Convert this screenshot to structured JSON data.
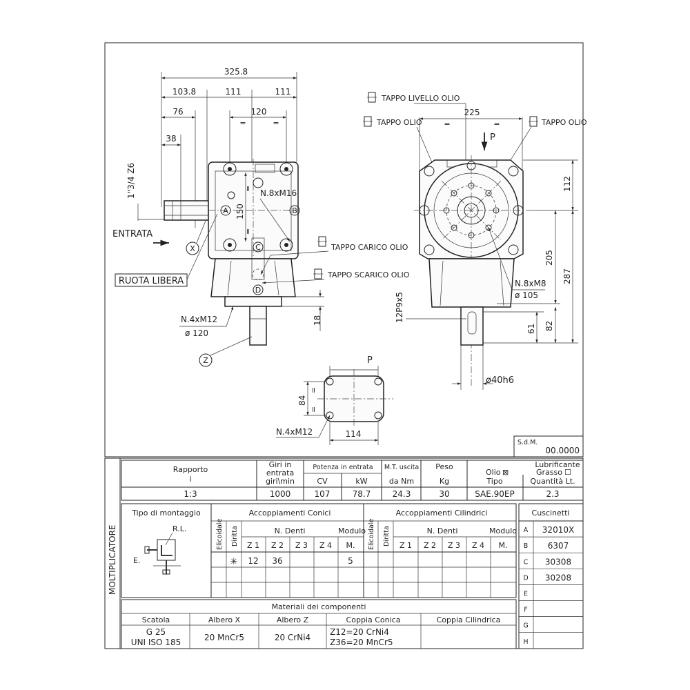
{
  "drawing": {
    "dims": {
      "overall_width": "325.8",
      "d_103_8": "103.8",
      "d_111_a": "111",
      "d_111_b": "111",
      "d_76": "76",
      "d_120": "120",
      "d_38": "38",
      "thread": "1\"3/4 Z6",
      "bolt_holes_top": "N.8xM16",
      "d_150": "150",
      "bottom_bolts_label": "N.4xM12",
      "bottom_dia": "ø 120",
      "d_18": "18",
      "d_225": "225",
      "d_112": "112",
      "d_205": "205",
      "d_287": "287",
      "right_bolts": "N.8xM8",
      "right_dia": "ø 105",
      "key": "12P9x5",
      "d_61": "61",
      "d_82": "82",
      "shaft_dia": "ø40h6",
      "d_84": "84",
      "d_114": "114",
      "flange_bolts": "N.4xM12",
      "eq": "=",
      "p_label": "P"
    },
    "labels": {
      "entrata": "ENTRATA",
      "ruota_libera": "RUOTA LIBERA",
      "tappo_livello": "TAPPO LIVELLO OLIO",
      "tappo_olio": "TAPPO OLIO",
      "tappo_carico": "TAPPO CARICO OLIO",
      "tappo_scarico": "TAPPO SCARICO OLIO",
      "point_a": "A",
      "point_b": "B",
      "point_c": "C",
      "point_d": "D",
      "shaft_x": "X",
      "shaft_z": "Z"
    },
    "sdm_label": "S.d.M.",
    "sdm_value": "00.0000"
  },
  "table": {
    "side_label": "MOLTIPLICATORE",
    "rapporto_label": "Rapporto",
    "rapporto_sub": "i",
    "rapporto_value": "1:3",
    "giri_l1": "Giri in",
    "giri_l2": "entrata",
    "giri_l3": "giri\\min",
    "giri_value": "1000",
    "potenza_label": "Potenza in entrata",
    "cv_label": "CV",
    "kw_label": "kW",
    "cv_value": "107",
    "kw_value": "78.7",
    "mt_label": "M.T. uscita",
    "mt_unit": "da Nm",
    "mt_value": "24.3",
    "peso_label": "Peso",
    "peso_unit": "Kg",
    "peso_value": "30",
    "lubrificante_label": "Lubrificante",
    "olio_label": "Olio",
    "olio_box": "⊠",
    "grasso_label": "Grasso",
    "grasso_box": "☐",
    "tipo_label": "Tipo",
    "tipo_value": "SAE.90EP",
    "quantita_label": "Quantità Lt.",
    "quantita_value": "2.3",
    "montaggio_label": "Tipo di montaggio",
    "rl_label": "R.L.",
    "e_label": "E.",
    "conici_label": "Accoppiamenti Conici",
    "cilindrici_label": "Accoppiamenti Cilindrici",
    "elicoidale": "Elicoidale",
    "diritta": "Diritta",
    "n_denti": "N.  Denti",
    "modulo": "Modulo",
    "z1": "Z 1",
    "z2": "Z 2",
    "z3": "Z 3",
    "z4": "Z 4",
    "m": "M.",
    "conici_mark": "✳",
    "conici_z1": "12",
    "conici_z2": "36",
    "conici_m": "5",
    "cuscinetti_label": "Cuscinetti",
    "bearings": [
      {
        "id": "A",
        "code": "32010X"
      },
      {
        "id": "B",
        "code": "6307"
      },
      {
        "id": "C",
        "code": "30308"
      },
      {
        "id": "D",
        "code": "30208"
      },
      {
        "id": "E",
        "code": ""
      },
      {
        "id": "F",
        "code": ""
      },
      {
        "id": "G",
        "code": ""
      },
      {
        "id": "H",
        "code": ""
      }
    ],
    "materiali_label": "Materiali dei componenti",
    "scatola_label": "Scatola",
    "scatola_l1": "G 25",
    "scatola_l2": "UNI ISO 185",
    "alberox_label": "Albero  X",
    "alberox_value": "20 MnCr5",
    "alberoz_label": "Albero  Z",
    "alberoz_value": "20 CrNi4",
    "coppia_conica_label": "Coppia Conica",
    "coppia_conica_l1": "Z12=20 CrNi4",
    "coppia_conica_l2": "Z36=20 MnCr5",
    "coppia_cilindrica_label": "Coppia Cilindrica"
  }
}
